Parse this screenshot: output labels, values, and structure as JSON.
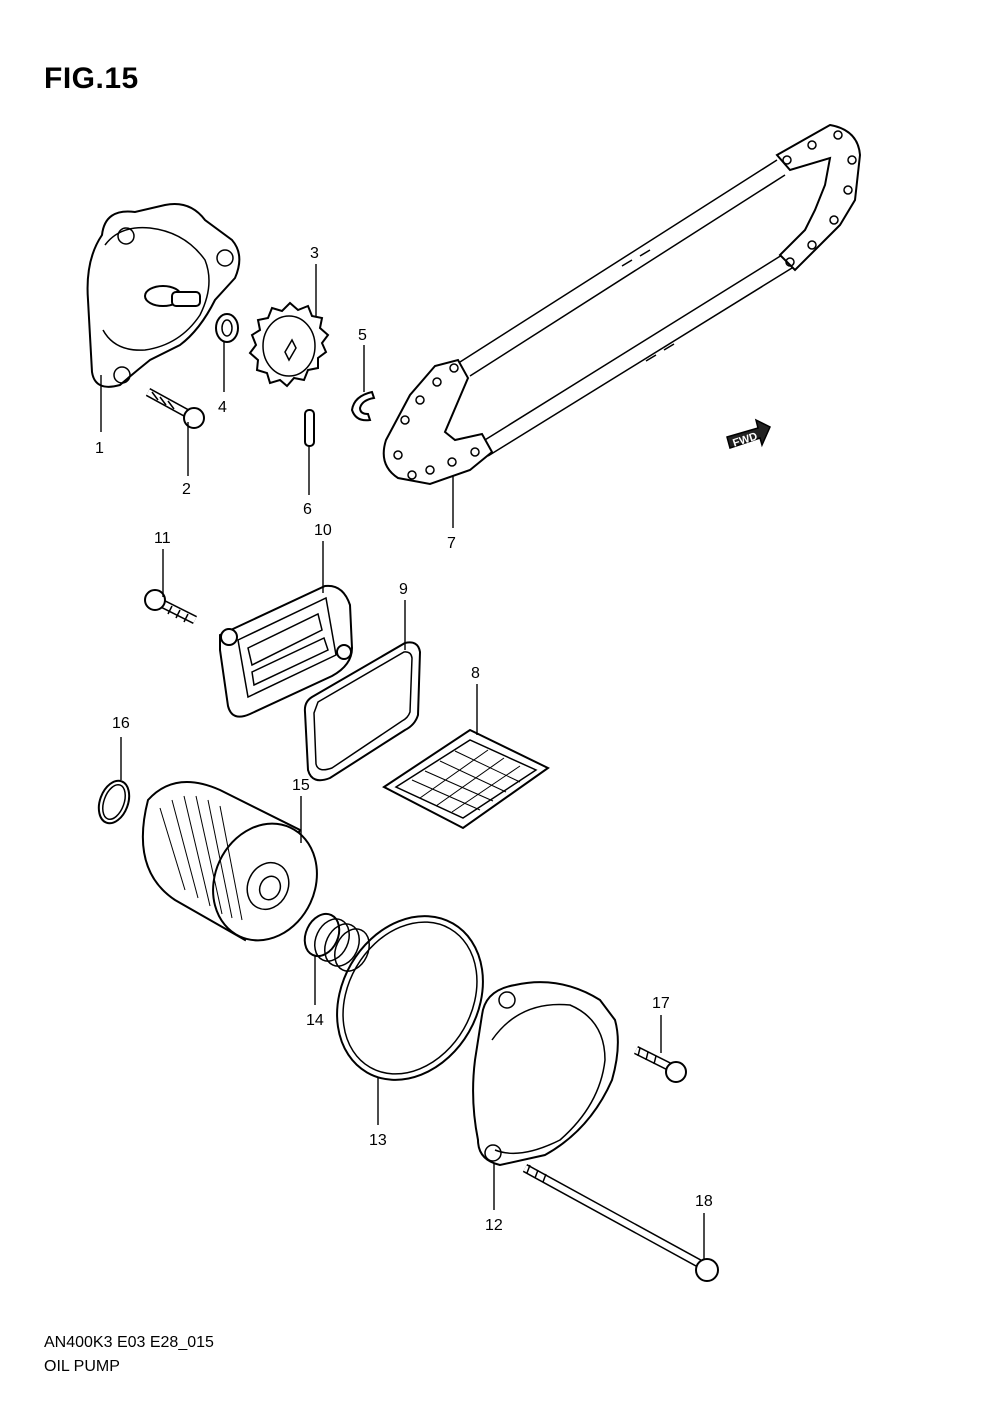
{
  "figure_title": "FIG.15",
  "footer": {
    "model_code": "AN400K3 E03 E28_015",
    "section_name": "OIL PUMP"
  },
  "fwd_label": "FWD",
  "callouts": [
    "1",
    "2",
    "3",
    "4",
    "5",
    "6",
    "7",
    "8",
    "9",
    "10",
    "11",
    "12",
    "13",
    "14",
    "15",
    "16",
    "17",
    "18"
  ]
}
